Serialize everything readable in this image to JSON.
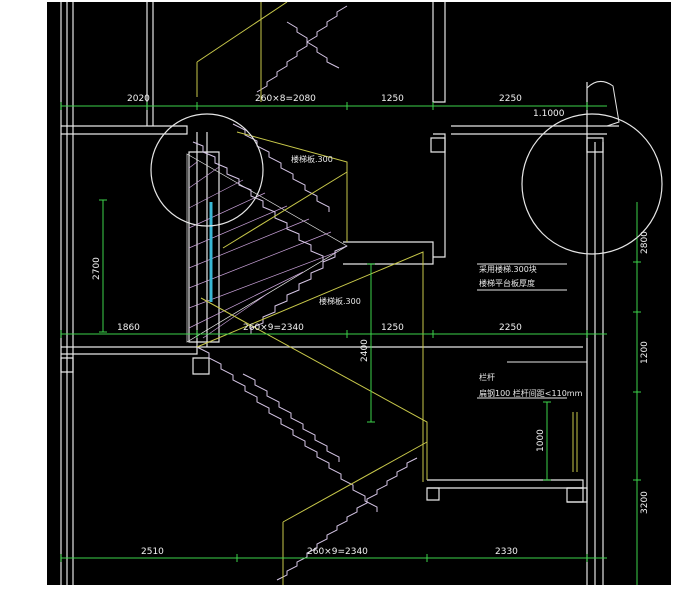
{
  "drawing": {
    "colors": {
      "background": "#000000",
      "wall": "#e6e6e6",
      "stair": "#c8a0d8",
      "dimension": "#3cd24a",
      "guide": "#c8c84a",
      "accent": "#d25ad2",
      "text": "#f2f2f2"
    },
    "dims_top": [
      "2020",
      "260×8=2080",
      "1250",
      "2250",
      "1.1000"
    ],
    "dims_mid": [
      "1860",
      "260×9=2340",
      "1250",
      "2250"
    ],
    "dims_bottom": [
      "2510",
      "260×9=2340",
      "2330"
    ],
    "dims_left": [
      "2700"
    ],
    "dims_mid_vertical": [
      "2400"
    ],
    "dims_right": [
      "2800",
      "1200",
      "3200"
    ],
    "dim_lower_right": "1000",
    "labels": {
      "step_label_upper": "楼梯板.300",
      "step_label_lower": "楼梯板.300",
      "note_line1": "采用楼梯.300块",
      "note_line2": "楼梯平台板厚度",
      "rail_title": "栏杆",
      "rail_spec": "扁钢100 栏杆间距<110mm"
    }
  }
}
